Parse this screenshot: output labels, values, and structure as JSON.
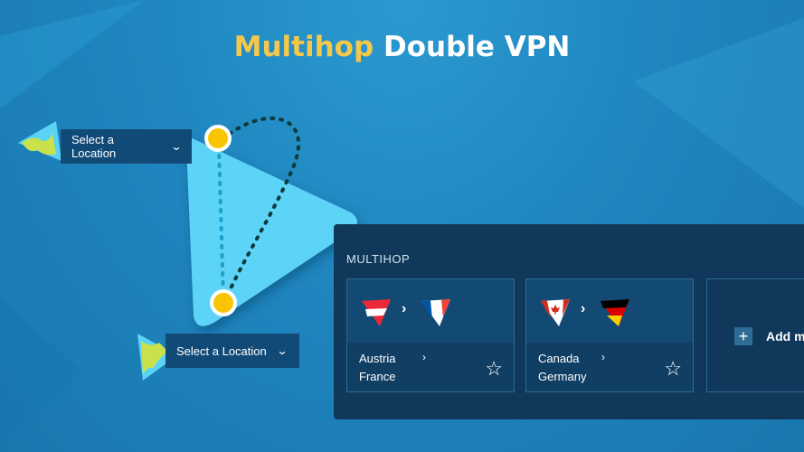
{
  "title": {
    "accent": "Multihop",
    "rest": "Double VPN"
  },
  "location_selectors": [
    {
      "label": "Select a Location"
    },
    {
      "label": "Select a Location"
    }
  ],
  "multihop": {
    "label": "MULTIHOP",
    "cards": [
      {
        "from": "Austria",
        "to": "France"
      },
      {
        "from": "Canada",
        "to": "Germany"
      }
    ],
    "add_label": "Add m"
  },
  "colors": {
    "accent": "#f5c84a",
    "panel": "#10385a",
    "node": "#f9c500"
  }
}
